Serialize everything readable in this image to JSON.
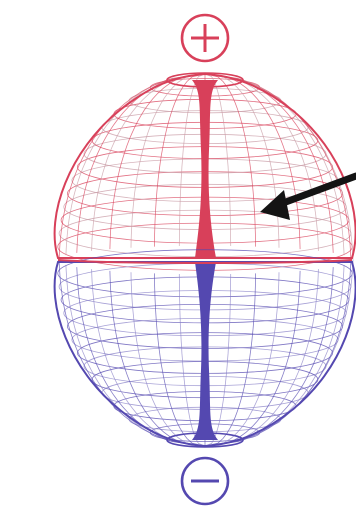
{
  "figure": {
    "colors": {
      "positive_lobe": "#d8405a",
      "negative_lobe": "#5448b0",
      "positive_mesh_faint": "#c89aa4",
      "negative_mesh_faint": "#8a82c8",
      "arrow": "#141414",
      "background": "#ffffff"
    },
    "top_sign": {
      "symbol": "+",
      "icon": "plus-in-circle"
    },
    "bottom_sign": {
      "symbol": "−",
      "icon": "minus-in-circle"
    },
    "arrow_icon": "pointer-arrow"
  }
}
